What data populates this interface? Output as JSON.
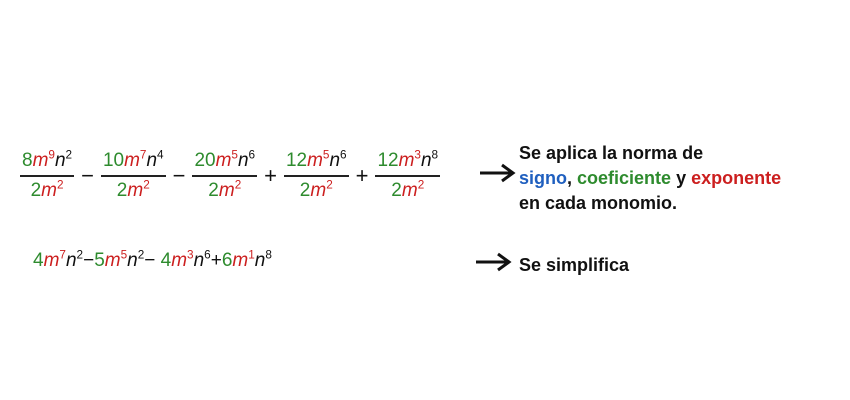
{
  "expression": {
    "terms": [
      {
        "num_coef": "8",
        "num_m_exp": "9",
        "num_n_exp": "2",
        "den_coef": "2",
        "den_m_exp": "2"
      },
      {
        "num_coef": "10",
        "num_m_exp": "7",
        "num_n_exp": "4",
        "den_coef": "2",
        "den_m_exp": "2"
      },
      {
        "num_coef": "20",
        "num_m_exp": "5",
        "num_n_exp": "6",
        "den_coef": "2",
        "den_m_exp": "2"
      },
      {
        "num_coef": "12",
        "num_m_exp": "5",
        "num_n_exp": "6",
        "den_coef": "2",
        "den_m_exp": "2"
      },
      {
        "num_coef": "12",
        "num_m_exp": "3",
        "num_n_exp": "8",
        "den_coef": "2",
        "den_m_exp": "2"
      }
    ],
    "operators": [
      "−",
      "−",
      "+",
      "+"
    ],
    "var_m": "m",
    "var_n": "n"
  },
  "result": {
    "terms": [
      {
        "coef": "4",
        "m_exp": "7",
        "n_exp": "2",
        "op_after": "−"
      },
      {
        "coef": "5",
        "m_exp": "5",
        "n_exp": "2",
        "op_after": "− "
      },
      {
        "coef": "4",
        "m_exp": "3",
        "n_exp": "6",
        "op_after": "+"
      },
      {
        "coef": "6",
        "m_exp": "1",
        "n_exp": "8",
        "op_after": ""
      }
    ]
  },
  "notes": {
    "note1_line1": "Se aplica la norma de",
    "note1_signo": "signo",
    "note1_comma": ", ",
    "note1_coeficiente": "coeficiente",
    "note1_y": " y ",
    "note1_exponente": "exponente",
    "note1_line3": "en cada monomio.",
    "note2": "Se simplifica"
  },
  "colors": {
    "coefficient": "#2e8b2e",
    "exponent_m": "#cc1f1f",
    "sign": "#1f5fbf",
    "text": "#111111"
  },
  "icons": {
    "arrow": "right-arrow-icon"
  }
}
